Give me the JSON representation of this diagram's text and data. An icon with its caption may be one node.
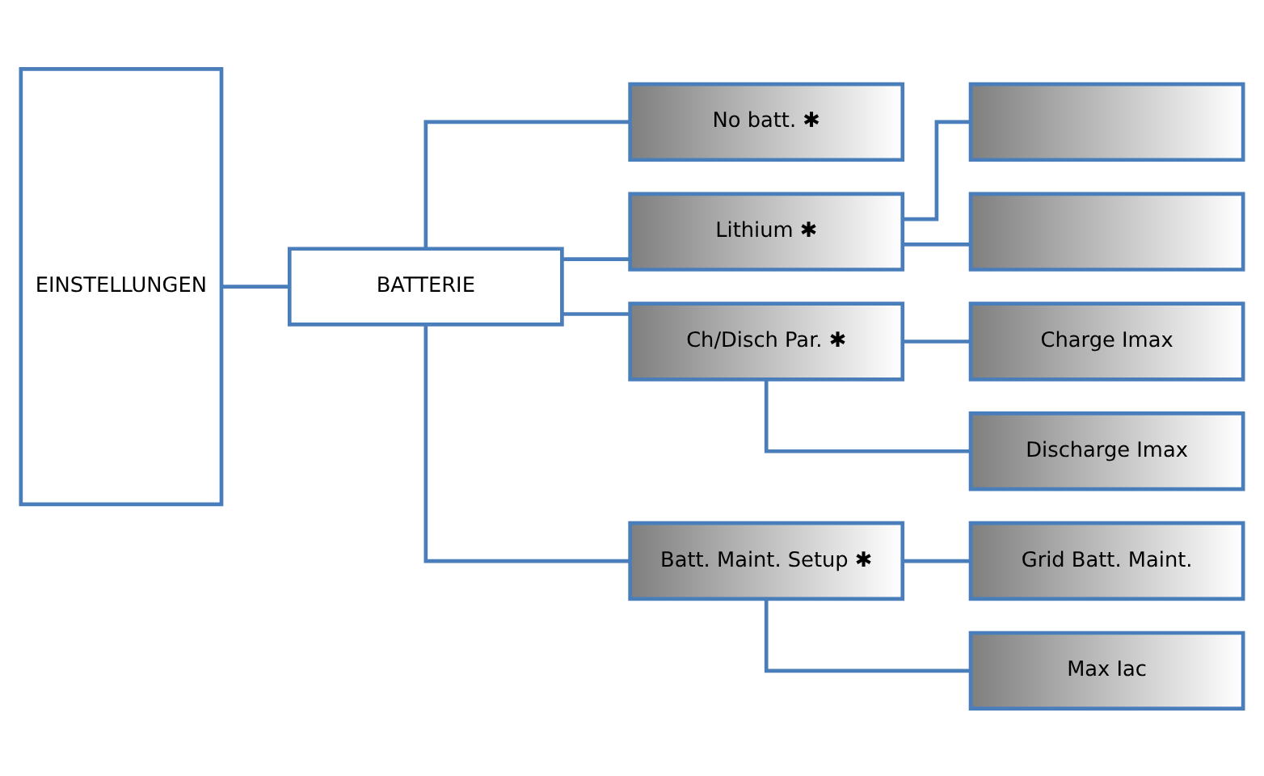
{
  "diagram": {
    "nodes": [
      {
        "text": [
          "EINSTELLUNGEN"
        ]
      },
      {
        "text": [
          "BATTERIE"
        ]
      },
      {
        "text": [
          "No batt. ✱"
        ]
      },
      {
        "text": [
          "Lithium ✱"
        ]
      },
      {
        "text": [],
        "shape": "box"
      },
      {
        "text": [],
        "shape": "box"
      },
      {
        "text": [
          "Ch/Disch Par. ✱"
        ]
      },
      {
        "text": [
          "Charge Imax"
        ]
      },
      {
        "text": [
          "Discharge Imax"
        ]
      },
      {
        "text": [
          "Batt. Maint. Setup ✱"
        ]
      },
      {
        "text": [
          "Grid Batt. Maint."
        ]
      },
      {
        "text": [
          "Max Iac"
        ]
      }
    ],
    "edges": [
      {
        "from": 0,
        "to": 1,
        "arrow": "none"
      },
      {
        "from": 1,
        "to": 2,
        "arrow": "none"
      },
      {
        "from": 1,
        "to": 3,
        "arrow": "none"
      },
      {
        "from": 1,
        "to": 6,
        "arrow": "none"
      },
      {
        "from": 1,
        "to": 9,
        "arrow": "none"
      },
      {
        "from": 3,
        "to": 4,
        "arrow": "none"
      },
      {
        "from": 3,
        "to": 5,
        "arrow": "none"
      },
      {
        "from": 6,
        "to": 7,
        "arrow": "none"
      },
      {
        "from": 6,
        "to": 8,
        "arrow": "none"
      },
      {
        "from": 9,
        "to": 10,
        "arrow": "none"
      },
      {
        "from": 9,
        "to": 11,
        "arrow": "none"
      }
    ]
  }
}
